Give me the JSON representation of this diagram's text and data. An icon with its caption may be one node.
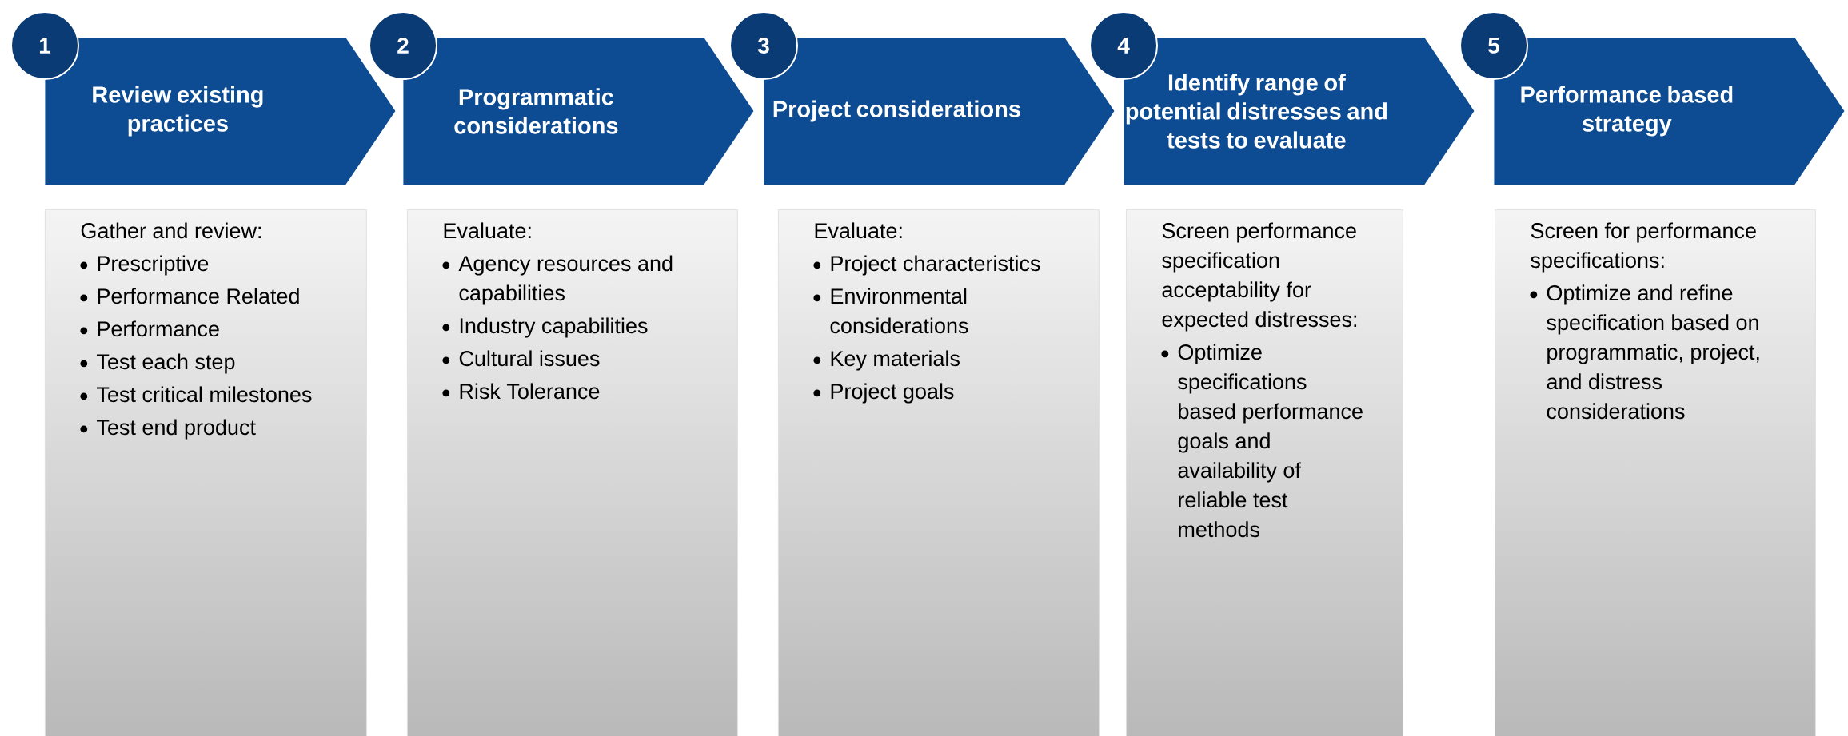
{
  "diagram": {
    "nodes": [
      {
        "text": [
          "1"
        ]
      },
      {
        "text": [
          "Review existing practices"
        ]
      },
      {
        "text": [
          "Gather and review:",
          "Prescriptive",
          "Performance Related",
          "Performance",
          "Test each step",
          "Test critical milestones",
          "Test end product"
        ]
      },
      {
        "text": [
          "2"
        ]
      },
      {
        "text": [
          "Programmatic considerations"
        ]
      },
      {
        "text": [
          "Evaluate:",
          "Agency resources and capabilities",
          "Industry capabilities",
          "Cultural issues",
          "Risk Tolerance"
        ]
      },
      {
        "text": [
          "3"
        ]
      },
      {
        "text": [
          "Project considerations"
        ]
      },
      {
        "text": [
          "Evaluate:",
          "Project characteristics",
          "Environmental considerations",
          "Key materials",
          "Project goals"
        ]
      },
      {
        "text": [
          "4"
        ]
      },
      {
        "text": [
          "Identify range of potential distresses and tests to evaluate"
        ]
      },
      {
        "text": [
          "Screen performance specification acceptability for expected distresses:",
          "Optimize specifications based performance goals and availability of reliable test methods"
        ]
      },
      {
        "text": [
          "5"
        ]
      },
      {
        "text": [
          "Performance based strategy"
        ]
      },
      {
        "text": [
          "Screen for performance specifications:",
          "Optimize and refine specification based on programmatic, project, and distress considerations"
        ]
      }
    ]
  }
}
